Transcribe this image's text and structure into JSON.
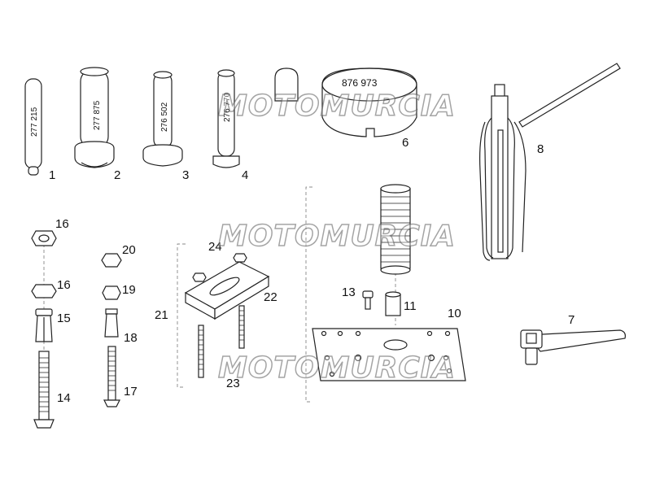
{
  "diagram": {
    "labels": [
      "1",
      "2",
      "3",
      "4",
      "6",
      "8",
      "16",
      "16",
      "15",
      "14",
      "20",
      "19",
      "18",
      "17",
      "21",
      "22",
      "23",
      "24",
      "13",
      "11",
      "10",
      "7"
    ],
    "engravings": {
      "part1": "277 215",
      "part2": "277 875",
      "part3": "276 502",
      "part4": "276 770",
      "part6": "876 973"
    },
    "watermark": {
      "text": "MOTOMURCIA",
      "colors": [
        "#d9261c",
        "#f5c400",
        "#2d9a3c"
      ]
    }
  }
}
